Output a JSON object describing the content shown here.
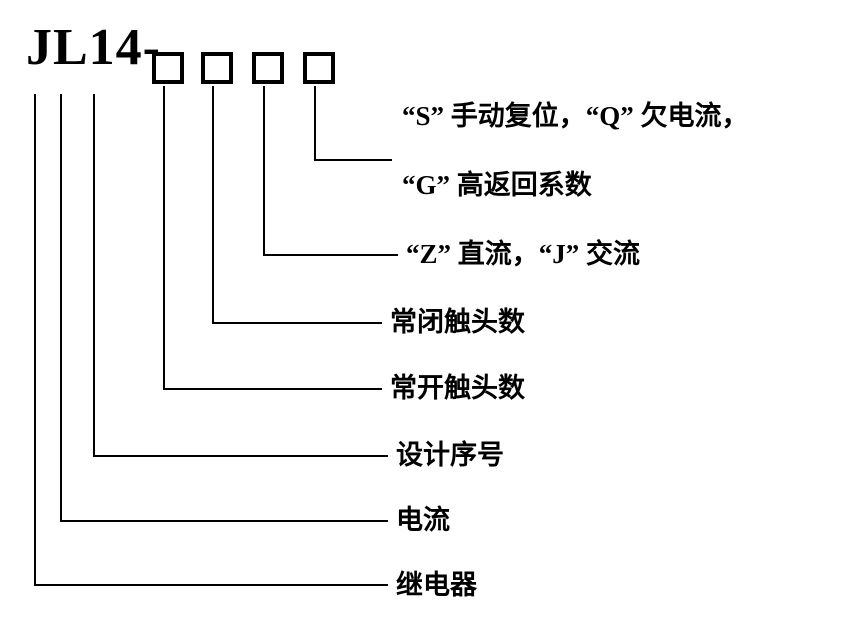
{
  "diagram": {
    "title": "JL14 relay model designation diagram",
    "model_prefix": "JL14-",
    "box_count": 4,
    "labels": {
      "sq_line": "“S” 手动复位，“Q” 欠电流，",
      "g_line": "“G” 高返回系数",
      "zj_line": "“Z” 直流，“J” 交流",
      "nc_contacts": "常闭触头数",
      "no_contacts": "常开触头数",
      "design_series": "设计序号",
      "current": "电流",
      "relay": "继电器"
    },
    "colors": {
      "text": "#000000",
      "line": "#000000",
      "background": "#ffffff"
    }
  }
}
